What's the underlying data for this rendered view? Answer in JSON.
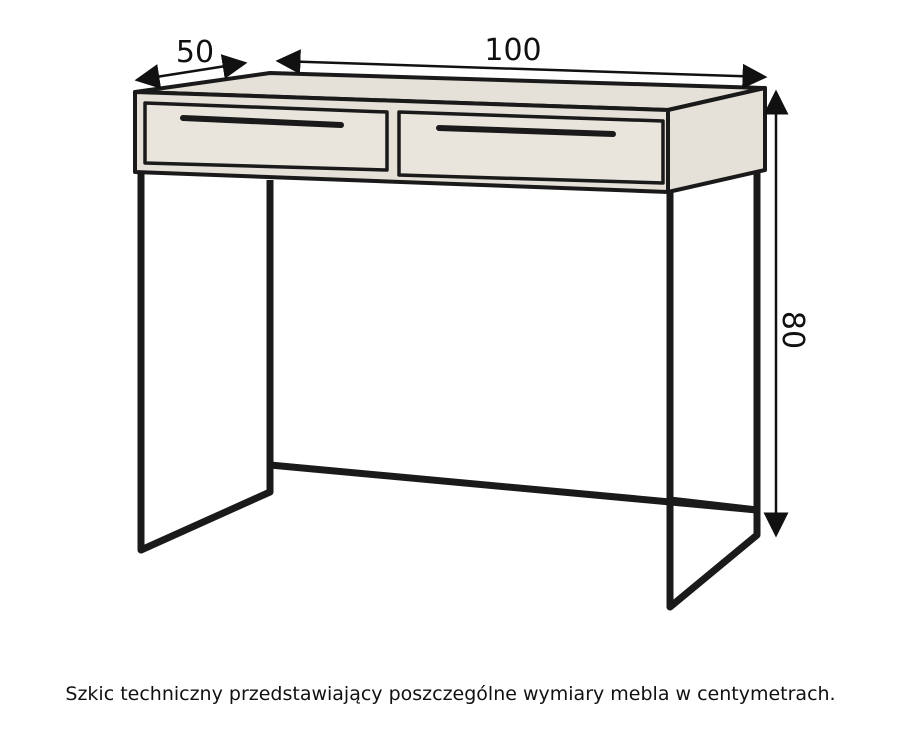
{
  "dimensions": {
    "depth": "50",
    "width": "100",
    "height": "80"
  },
  "caption": "Szkic techniczny przedstawiający poszczególne wymiary mebla w centymetrach.",
  "colors": {
    "wood": "#e6e1d8",
    "line": "#1a1a1a",
    "background": "#ffffff"
  }
}
